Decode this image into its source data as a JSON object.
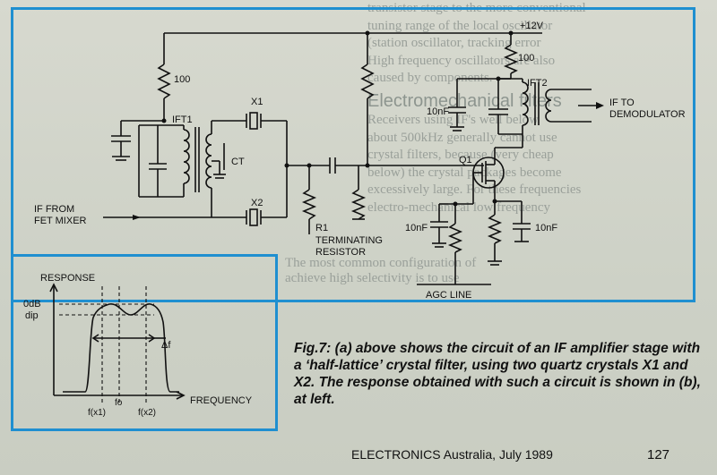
{
  "background_text": {
    "lines": [
      "transistor stage to the more conventional",
      "tuning range of the local oscillator",
      "(station oscillator, tracking error",
      "High frequency oscillators are also",
      "caused by components."
    ],
    "heading": "Electromechanical filters",
    "body": [
      "Receivers using IF's well below",
      "about 500kHz generally cannot use",
      "crystal filters, because (very cheap",
      "below) the crystal packages become",
      "excessively large. For these frequencies",
      "electro-mechanical low frequency"
    ],
    "lower_line": "The most common configuration of",
    "lower_line2": "achieve high selectivity is to use"
  },
  "circuit": {
    "supply": "+12V",
    "r_top": "100",
    "r_top2": "100",
    "ift1": "IFT1",
    "ift2": "IFT2",
    "x1": "X1",
    "x2": "X2",
    "ct": "CT",
    "cap_10nf_a": "10nF",
    "cap_10nf_b": "10nF",
    "cap_10nf_c": "10nF",
    "q1": "Q1",
    "r1": "R1",
    "term1": "TERMINATING",
    "term2": "RESISTOR",
    "if_in1": "IF FROM",
    "if_in2": "FET MIXER",
    "if_out1": "IF TO",
    "if_out2": "DEMODULATOR",
    "agc": "AGC LINE"
  },
  "response": {
    "title": "RESPONSE",
    "odb": "0dB",
    "dip": "dip",
    "df": "Δf",
    "fx1": "f(x1)",
    "fo": "fo",
    "fx2": "f(x2)",
    "xaxis": "FREQUENCY"
  },
  "caption": {
    "label": "Fig.7:",
    "text": "(a) above shows the circuit of an IF amplifier stage with a ‘half-lattice’ crystal filter, using two quartz crystals X1 and X2. The response obtained with such a circuit is shown in (b), at left."
  },
  "footer": {
    "journal": "ELECTRONICS Australia, July 1989",
    "page": "127"
  },
  "colors": {
    "frame": "#1f8fd0",
    "ink": "#111111",
    "paper": "#d2d5cb"
  }
}
